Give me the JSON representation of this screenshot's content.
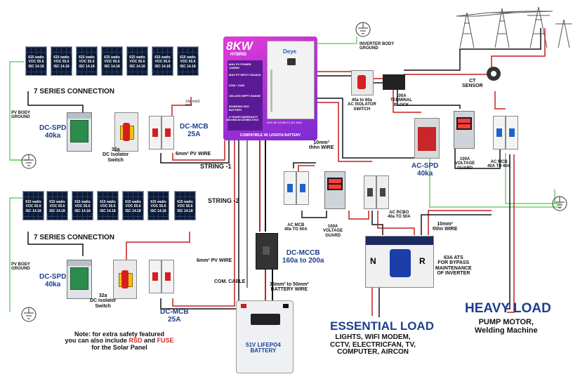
{
  "inverter": {
    "badge": "8KW",
    "badge_sub": "HYBRID",
    "brand": "Deye",
    "specs": [
      "MAX PV POWER 12800W",
      "MAX PV INPUT 26A/26A",
      "318A / 318A",
      "150-425V MPPT RANGE",
      "WORKING W/O BATTERY",
      "5 YEARS WARRANTY"
    ],
    "model": "SUN-8K-SG05LP1-EU-SM2",
    "dims": "366×580.5×237MM 27KG",
    "compat": "COMPATIBLE W/ LIFEPO4 BATTERY"
  },
  "panel_text": {
    "watts": "615 watts",
    "voc": "VOC 55.6",
    "isc": "ISC 14.18"
  },
  "labels": {
    "series1": "7 SERIES CONNECTION",
    "series2": "7 SERIES CONNECTION",
    "pv_body_ground_1": "PV BODY\nGROUND",
    "pv_body_ground_2": "PV BODY\nGROUND",
    "cable_small": "10s mm2\nmc4",
    "dc_spd_1": "DC-SPD\n40ka",
    "dc_spd_2": "DC-SPD\n40ka",
    "dc_iso_1": "32a\nDC Isolator\nSwitch",
    "dc_iso_2": "32a\nDC Isolator\nSwitch",
    "dc_mcb_1": "DC-MCB\n25A",
    "dc_mcb_2": "DC-MCB\n25A",
    "pv_wire_1": "6mm² PV WIRE",
    "pv_wire_2": "6mm² PV WIRE",
    "string1": "STRING -1",
    "string2": "STRING -2",
    "com_cable": "COM. CABLE",
    "dc_mccb": "DC-MCCB\n160a to 200a",
    "battery_wire": "35mm² to 50mm²\nBATTERY WIRE",
    "battery": "51V LIFEPO4\nBATTERY",
    "inverter_ground": "INVERTER BODY\nGROUND",
    "ac_isolator": "40a to 60a\nAC ISOLATOR\nSWITCH",
    "terminal_block": "100A\nTERMINAL\nBLOCK",
    "ct_sensor": "CT\nSENSOR",
    "ac_spd": "AC-SPD\n40ka",
    "vg_right": "100A\nVOLTAGE\nGUARD",
    "ac_mcb_right": "AC MCB\n40A TO 60A",
    "thhn_top": "10mm²\nthhn WIRE",
    "ac_mcb_mid": "AC MCB\n40a TO 50A",
    "vg_mid": "100A\nVOLTAGE\nGUARD",
    "ac_rcbo": "AC RCBO\n40a TO 50A",
    "thhn_right": "10mm²\nthhn WIRE",
    "ats": "63A ATS\nFOR BYPASS\nMAINTENANCE\nOF INVERTER",
    "heavy_load": "HEAVY LOAD",
    "heavy_load_sub": "PUMP MOTOR,\nWelding Machine",
    "essential_load": "ESSENTIAL LOAD",
    "essential_load_sub": "LIGHTS, WIFI MODEM,\nCCTV, ELECTRICFAN, TV,\nCOMPUTER, AIRCON",
    "note_1": "Note: for extra safety featured",
    "note_2_a": "you can also include ",
    "note_2_rsd": "RSD",
    "note_2_and": " and ",
    "note_2_fuse": "FUSE",
    "note_3": "for the Solar Panel",
    "ats_n": "N",
    "ats_r": "R"
  },
  "colors": {
    "wire_red": "#c41e1e",
    "wire_black": "#111111",
    "wire_green": "#3aa64a",
    "ground_wire": "#6fcf6f",
    "blue_text": "#1c3f8f",
    "accent_red": "#d62828"
  }
}
